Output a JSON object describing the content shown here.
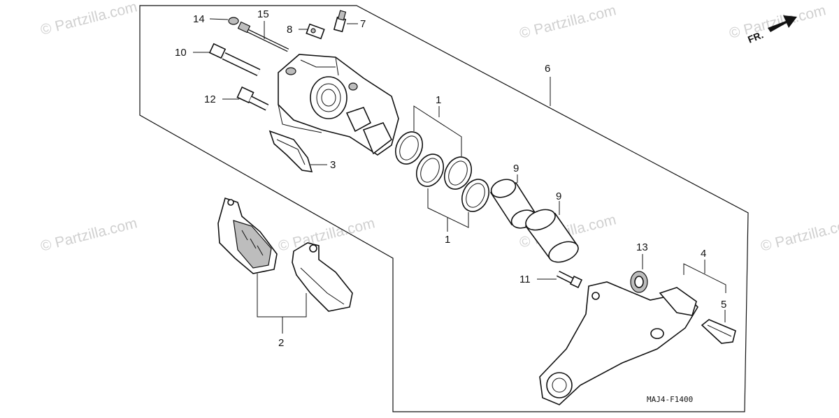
{
  "watermark": "© Partzilla.com",
  "diagram_code": "MAJ4-F1400",
  "front_indicator": "FR.",
  "callouts": {
    "c1a": "1",
    "c1b": "1",
    "c2": "2",
    "c3": "3",
    "c4": "4",
    "c5": "5",
    "c6": "6",
    "c7": "7",
    "c8": "8",
    "c9a": "9",
    "c9b": "9",
    "c10": "10",
    "c11": "11",
    "c12": "12",
    "c13": "13",
    "c14": "14",
    "c15": "15"
  }
}
